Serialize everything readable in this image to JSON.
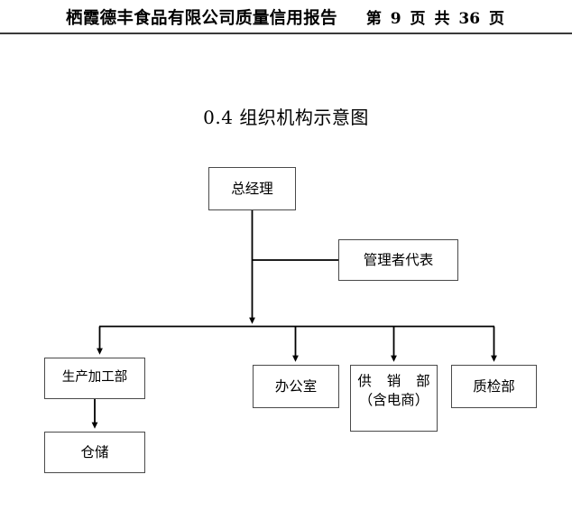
{
  "header": {
    "title": "栖霞德丰食品有限公司质量信用报告",
    "page_label_prefix": "第",
    "current_page": "9",
    "page_unit": "页",
    "total_label": "共",
    "total_pages": "36",
    "total_unit": "页"
  },
  "section": {
    "number": "0.4",
    "title": "0.4 组织机构示意图"
  },
  "chart_data": {
    "type": "diagram",
    "diagram_kind": "organizational-chart",
    "title": "0.4 组织机构示意图",
    "orientation": "top-down",
    "nodes": [
      {
        "id": "general-manager",
        "label": "总经理",
        "level": 0
      },
      {
        "id": "mgmt-rep",
        "label": "管理者代表",
        "level": 1
      },
      {
        "id": "production",
        "label": "生产加工部",
        "level": 2
      },
      {
        "id": "office",
        "label": "办公室",
        "level": 2
      },
      {
        "id": "sales",
        "label_line1": "供 销 部",
        "label_line2": "（含电商）",
        "level": 2
      },
      {
        "id": "qc",
        "label": "质检部",
        "level": 2
      },
      {
        "id": "warehouse",
        "label": "仓储",
        "level": 3
      }
    ],
    "edges": [
      {
        "from": "general-manager",
        "to": "mgmt-rep",
        "style": "line",
        "arrow": false
      },
      {
        "from": "general-manager",
        "to": "production",
        "style": "elbow",
        "arrow": true
      },
      {
        "from": "general-manager",
        "to": "office",
        "style": "elbow",
        "arrow": true
      },
      {
        "from": "general-manager",
        "to": "sales",
        "style": "elbow",
        "arrow": true
      },
      {
        "from": "general-manager",
        "to": "qc",
        "style": "elbow",
        "arrow": true
      },
      {
        "from": "production",
        "to": "warehouse",
        "style": "line",
        "arrow": true
      }
    ],
    "colors": {
      "box_border": "#4a4a4a",
      "box_fill": "#ffffff",
      "connector": "#000000",
      "text": "#000000",
      "rule": "#3a3a3a"
    }
  }
}
